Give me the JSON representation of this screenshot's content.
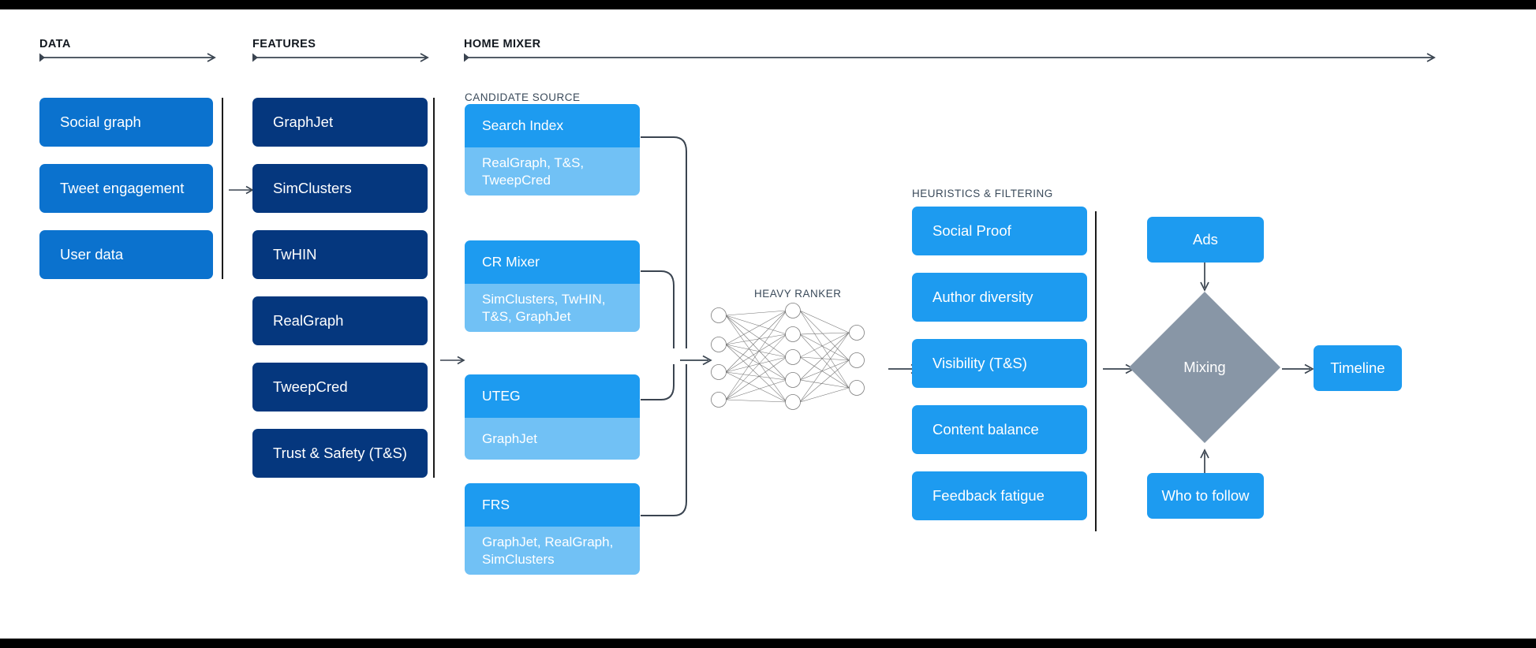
{
  "sections": {
    "data": {
      "label": "DATA"
    },
    "features": {
      "label": "FEATURES"
    },
    "home_mixer": {
      "label": "HOME MIXER"
    },
    "candidate_source": {
      "label": "CANDIDATE SOURCE"
    },
    "heavy_ranker": {
      "label": "HEAVY RANKER"
    },
    "heuristics": {
      "label": "HEURISTICS & FILTERING"
    }
  },
  "data_boxes": [
    {
      "label": "Social graph"
    },
    {
      "label": "Tweet engagement"
    },
    {
      "label": "User data"
    }
  ],
  "feature_boxes": [
    {
      "label": "GraphJet"
    },
    {
      "label": "SimClusters"
    },
    {
      "label": "TwHIN"
    },
    {
      "label": "RealGraph"
    },
    {
      "label": "TweepCred"
    },
    {
      "label": "Trust & Safety (T&S)"
    }
  ],
  "candidate_sources": [
    {
      "title": "Search Index",
      "features": "RealGraph, T&S, TweepCred"
    },
    {
      "title": "CR Mixer",
      "features": "SimClusters, TwHIN, T&S, GraphJet"
    },
    {
      "title": "UTEG",
      "features": "GraphJet"
    },
    {
      "title": "FRS",
      "features": "GraphJet, RealGraph, SimClusters"
    }
  ],
  "heuristics_boxes": [
    {
      "label": "Social Proof"
    },
    {
      "label": "Author diversity"
    },
    {
      "label": "Visibility (T&S)"
    },
    {
      "label": "Content balance"
    },
    {
      "label": "Feedback fatigue"
    }
  ],
  "output_stage": {
    "ads": "Ads",
    "mixing": "Mixing",
    "who_to_follow": "Who to follow",
    "timeline": "Timeline"
  },
  "neural_net": {
    "input_nodes": 4,
    "hidden_nodes": 5,
    "output_nodes": 3
  },
  "colors": {
    "data_blue": "#0b72ce",
    "feature_navy": "#05377e",
    "accent_blue": "#1d9bf0",
    "light_blue": "#71c1f5",
    "mixing_gray": "#8896a6",
    "line": "#3a4450",
    "frame": "#000000"
  }
}
